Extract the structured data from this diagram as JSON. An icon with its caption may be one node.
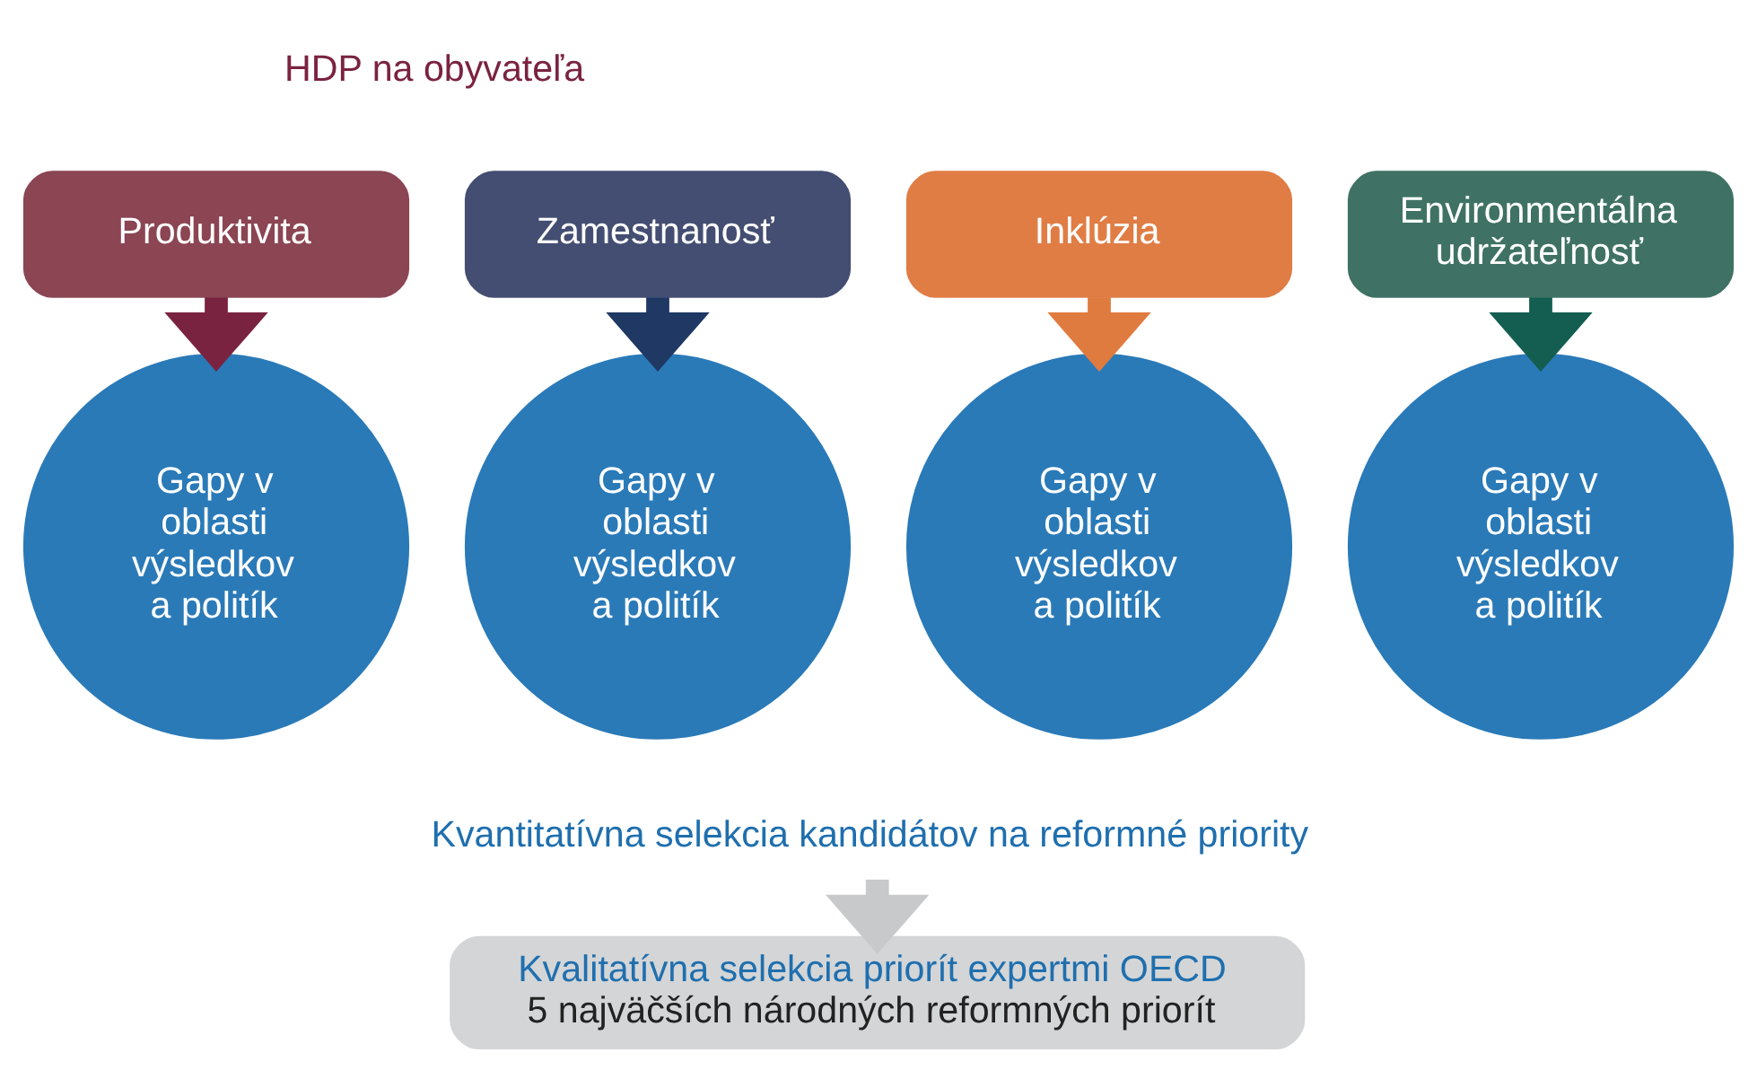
{
  "diagram": {
    "nodes": [
      {
        "text": [
          "Produktivita"
        ]
      },
      {
        "text": [
          "Zamestnanosť"
        ]
      },
      {
        "text": [
          "Inklúzia"
        ]
      },
      {
        "text": [
          "Environmentálna udržateľnosť"
        ]
      },
      {
        "text": [
          "Gapy v oblasti výsledkov a politík"
        ]
      },
      {
        "text": [
          "Gapy v oblasti výsledkov a politík"
        ]
      },
      {
        "text": [
          "Gapy v oblasti výsledkov a politík"
        ]
      },
      {
        "text": [
          "Gapy v oblasti výsledkov a politík"
        ]
      },
      {
        "text": [
          "Kvantitatívna selekcia kandidátov na reformné priority"
        ]
      },
      {
        "text": [
          "Kvalitatívna selekcia priorít expertmi OECD",
          "5 najväčších národných reformných priorít"
        ]
      }
    ],
    "edges": [
      {
        "from": 0,
        "to": 4,
        "arrow": "to",
        "color": "#7a2340"
      },
      {
        "from": 1,
        "to": 5,
        "arrow": "to",
        "color": "#1f3864"
      },
      {
        "from": 2,
        "to": 6,
        "arrow": "to",
        "color": "#e07b40"
      },
      {
        "from": 3,
        "to": 7,
        "arrow": "to",
        "color": "#135e50"
      },
      {
        "from": 8,
        "to": 9,
        "arrow": "to",
        "color": "#c7c9cb"
      }
    ],
    "labels": [
      "HDP na obyvateľa"
    ]
  }
}
